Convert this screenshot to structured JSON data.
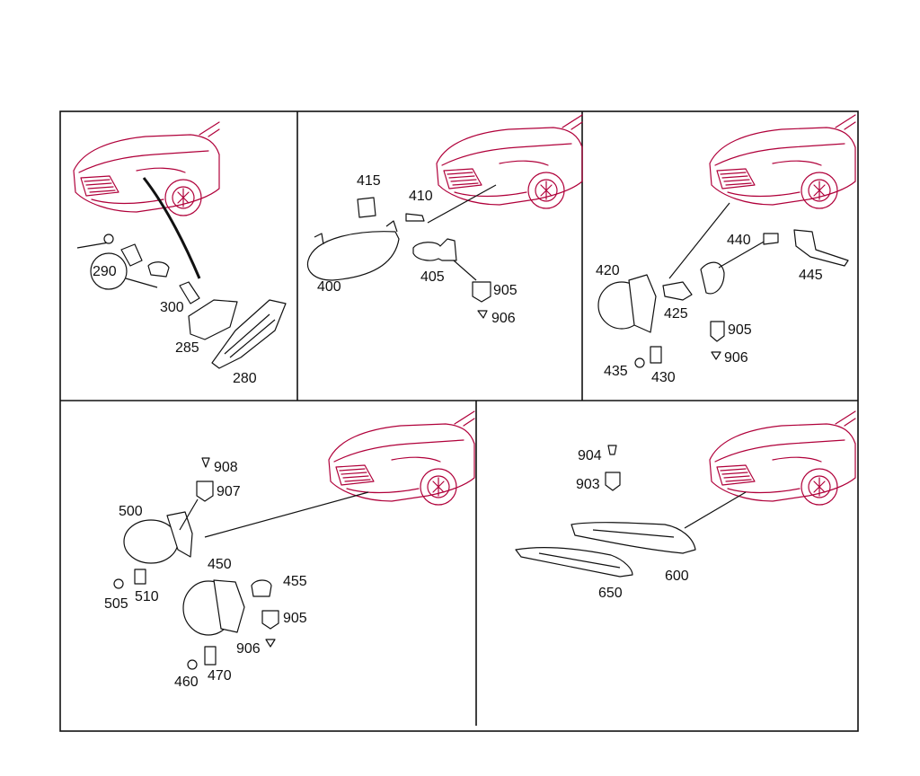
{
  "panels": {
    "p1": {
      "labels": [
        "290",
        "300",
        "285",
        "280"
      ]
    },
    "p2": {
      "labels": [
        "415",
        "410",
        "400",
        "405",
        "905",
        "906"
      ]
    },
    "p3": {
      "labels": [
        "440",
        "445",
        "420",
        "425",
        "905",
        "906",
        "435",
        "430"
      ]
    },
    "p4": {
      "labels": [
        "908",
        "907",
        "500",
        "505",
        "510",
        "450",
        "455",
        "905",
        "906",
        "460",
        "470"
      ]
    },
    "p5": {
      "labels": [
        "904",
        "903",
        "600",
        "650"
      ]
    }
  },
  "colors": {
    "car_outline": "#b0003a",
    "part_outline": "#111111",
    "frame": "#111111"
  },
  "icons": [
    "car-front-sketch",
    "headlamp",
    "fog-lamp",
    "bulb",
    "clip",
    "screw",
    "turn-signal-light"
  ]
}
